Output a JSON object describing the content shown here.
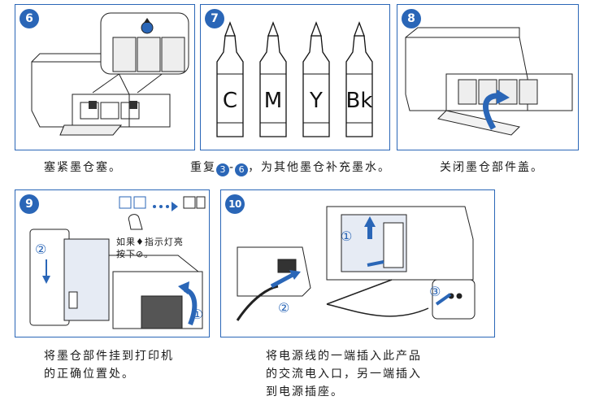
{
  "steps": [
    {
      "number": "6",
      "caption": "塞紧墨仓塞。"
    },
    {
      "number": "7",
      "caption_pre": "重复",
      "caption_a": "3",
      "caption_dash": "-",
      "caption_b": "6",
      "caption_post": "，为其他墨仓补充墨水。",
      "ink_labels": [
        "C",
        "M",
        "Y",
        "Bk"
      ]
    },
    {
      "number": "8",
      "caption": "关闭墨仓部件盖。"
    },
    {
      "number": "9",
      "caption_line1": "将墨仓部件挂到打印机",
      "caption_line2": "的正确位置处。",
      "note_line1": "如果♦指示灯亮",
      "note_line2": "按下⊘。",
      "callouts": [
        "①",
        "②"
      ]
    },
    {
      "number": "10",
      "caption_line1": "将电源线的一端插入此产品",
      "caption_line2": "的交流电入口，另一端插入",
      "caption_line3": "到电源插座。",
      "callouts": [
        "①",
        "②",
        "③"
      ]
    }
  ],
  "colors": {
    "accent": "#2a66b7",
    "line": "#1a1a1a"
  }
}
